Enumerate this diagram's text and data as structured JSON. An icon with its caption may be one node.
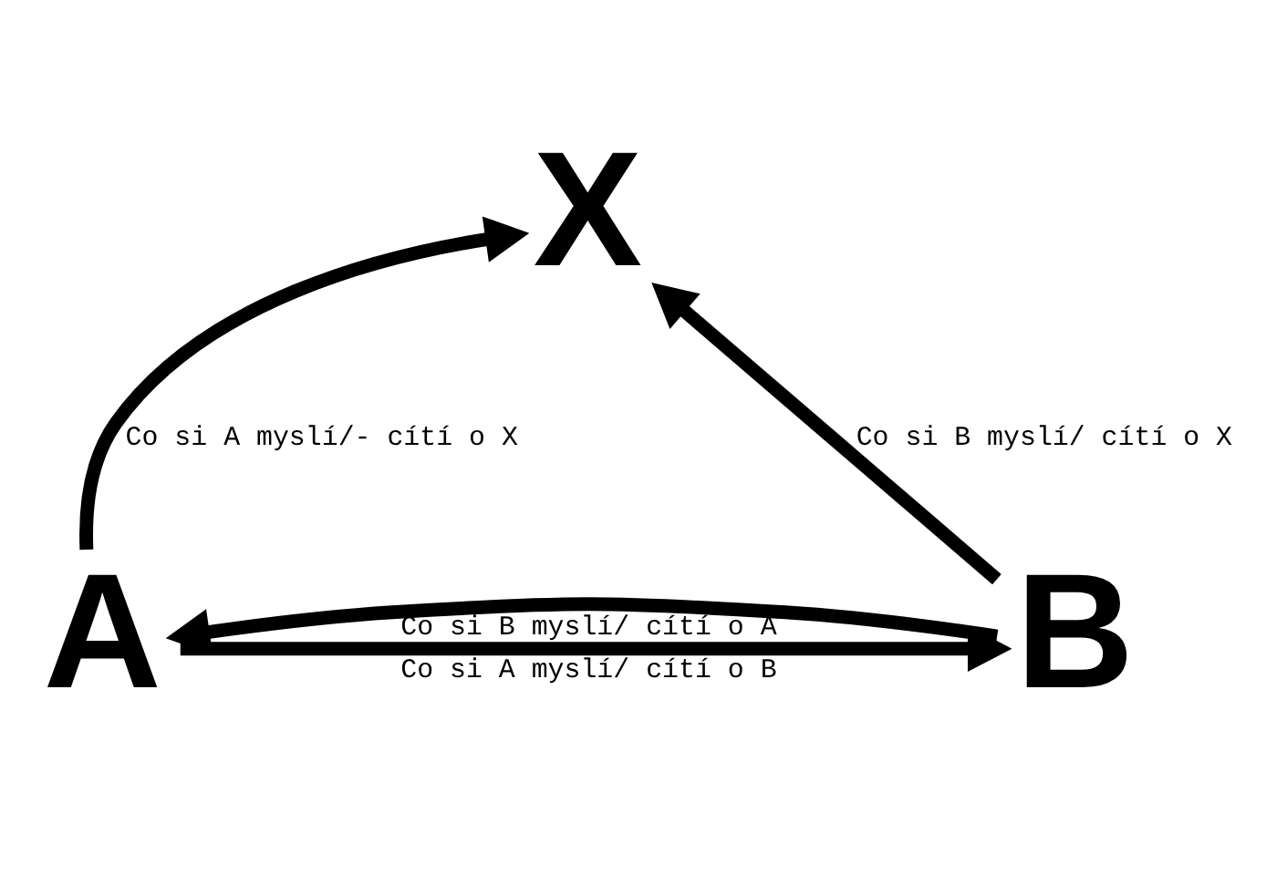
{
  "diagram": {
    "nodes": [
      {
        "text": [
          "X"
        ]
      },
      {
        "text": [
          "A"
        ]
      },
      {
        "text": [
          "B"
        ]
      }
    ],
    "edges": [
      {
        "from": 1,
        "to": 0,
        "arrow": "to",
        "label": "Co si A myslí/- cítí o X"
      },
      {
        "from": 2,
        "to": 0,
        "arrow": "to",
        "label": "Co si B myslí/ cítí o X"
      },
      {
        "from": 1,
        "to": 2,
        "arrow": "to",
        "label": "Co si A myslí/ cítí o B"
      },
      {
        "from": 2,
        "to": 1,
        "arrow": "to",
        "label": "Co si B myslí/ cítí o A"
      }
    ]
  }
}
